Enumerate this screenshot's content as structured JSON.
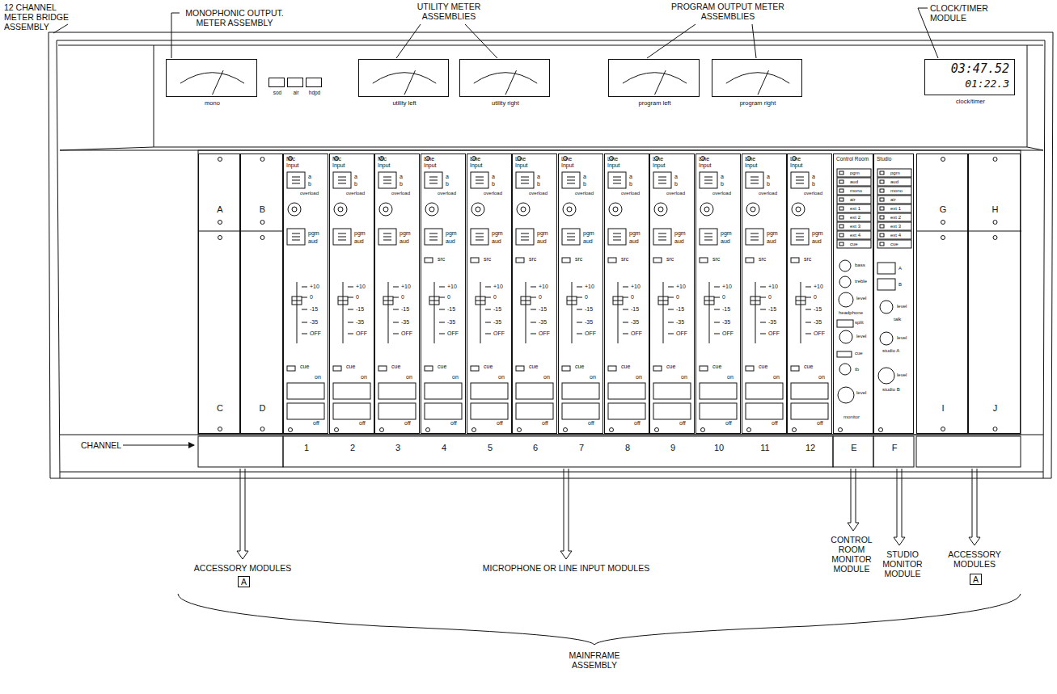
{
  "diagram": {
    "nodes": [
      {
        "text": [
          "mono"
        ]
      },
      {
        "text": [
          "sod"
        ]
      },
      {
        "text": [
          "air"
        ]
      },
      {
        "text": [
          "hdpd"
        ]
      },
      {
        "text": [
          "utility left"
        ]
      },
      {
        "text": [
          "utility right"
        ]
      },
      {
        "text": [
          "program left"
        ]
      },
      {
        "text": [
          "program right"
        ]
      },
      {
        "text": [
          "03:47.52",
          "01:22.3",
          "clock/timer"
        ]
      },
      {
        "text": [
          "A",
          "C"
        ]
      },
      {
        "text": [
          "B",
          "D"
        ]
      },
      {
        "text": [
          "Mic Input",
          "a",
          "b",
          "overload",
          "pgm",
          "aud",
          "+10",
          "0",
          "-15",
          "-35",
          "OFF",
          "cue",
          "on",
          "off",
          "1"
        ]
      },
      {
        "text": [
          "Mic Input",
          "a",
          "b",
          "overload",
          "pgm",
          "aud",
          "+10",
          "0",
          "-15",
          "-35",
          "OFF",
          "cue",
          "on",
          "off",
          "2"
        ]
      },
      {
        "text": [
          "Mic Input",
          "a",
          "b",
          "overload",
          "pgm",
          "aud",
          "+10",
          "0",
          "-15",
          "-35",
          "OFF",
          "cue",
          "on",
          "off",
          "3"
        ]
      },
      {
        "text": [
          "Line Input",
          "a",
          "b",
          "overload",
          "pgm",
          "aud",
          "src",
          "+10",
          "0",
          "-15",
          "-35",
          "OFF",
          "cue",
          "on",
          "off",
          "4"
        ]
      },
      {
        "text": [
          "Line Input",
          "a",
          "b",
          "overload",
          "pgm",
          "aud",
          "src",
          "+10",
          "0",
          "-15",
          "-35",
          "OFF",
          "cue",
          "on",
          "off",
          "5"
        ]
      },
      {
        "text": [
          "Line Input",
          "a",
          "b",
          "overload",
          "pgm",
          "aud",
          "src",
          "+10",
          "0",
          "-15",
          "-35",
          "OFF",
          "cue",
          "on",
          "off",
          "6"
        ]
      },
      {
        "text": [
          "Line Input",
          "a",
          "b",
          "overload",
          "pgm",
          "aud",
          "src",
          "+10",
          "0",
          "-15",
          "-35",
          "OFF",
          "cue",
          "on",
          "off",
          "7"
        ]
      },
      {
        "text": [
          "Line Input",
          "a",
          "b",
          "overload",
          "pgm",
          "aud",
          "src",
          "+10",
          "0",
          "-15",
          "-35",
          "OFF",
          "cue",
          "on",
          "off",
          "8"
        ]
      },
      {
        "text": [
          "Line Input",
          "a",
          "b",
          "overload",
          "pgm",
          "aud",
          "src",
          "+10",
          "0",
          "-15",
          "-35",
          "OFF",
          "cue",
          "on",
          "off",
          "9"
        ]
      },
      {
        "text": [
          "Line Input",
          "a",
          "b",
          "overload",
          "pgm",
          "aud",
          "src",
          "+10",
          "0",
          "-15",
          "-35",
          "OFF",
          "cue",
          "on",
          "off",
          "10"
        ]
      },
      {
        "text": [
          "Line Input",
          "a",
          "b",
          "overload",
          "pgm",
          "aud",
          "src",
          "+10",
          "0",
          "-15",
          "-35",
          "OFF",
          "cue",
          "on",
          "off",
          "11"
        ]
      },
      {
        "text": [
          "Line Input",
          "a",
          "b",
          "overload",
          "pgm",
          "aud",
          "src",
          "+10",
          "0",
          "-15",
          "-35",
          "OFF",
          "cue",
          "on",
          "off",
          "12"
        ]
      },
      {
        "text": [
          "Control Room",
          "pgm",
          "aud",
          "mono",
          "air",
          "ext 1",
          "ext 2",
          "ext 3",
          "ext 4",
          "cue",
          "bass",
          "treble",
          "level",
          "headphone",
          "split",
          "level",
          "cue",
          "tb",
          "level",
          "monitor",
          "E"
        ]
      },
      {
        "text": [
          "Studio",
          "pgm",
          "aud",
          "mono",
          "air",
          "ext 1",
          "ext 2",
          "ext 3",
          "ext 4",
          "cue",
          "A",
          "B",
          "level",
          "talk",
          "level",
          "studio A",
          "level",
          "studio B",
          "F"
        ]
      },
      {
        "text": [
          "G",
          "I"
        ]
      },
      {
        "text": [
          "H",
          "J"
        ]
      }
    ],
    "labels": [
      "12 CHANNEL METER BRIDGE ASSEMBLY",
      "MONOPHONIC OUTPUT. METER ASSEMBLY",
      "UTILITY METER ASSEMBLIES",
      "PROGRAM OUTPUT METER ASSEMBLIES",
      "CLOCK/TIMER MODULE",
      "CHANNEL",
      "ACCESSORY MODULES",
      "A",
      "MICROPHONE OR LINE INPUT MODULES",
      "CONTROL ROOM MONITOR MODULE",
      "STUDIO MONITOR MODULE",
      "ACCESSORY MODULES",
      "A",
      "MAINFRAME ASSEMBLY"
    ]
  }
}
